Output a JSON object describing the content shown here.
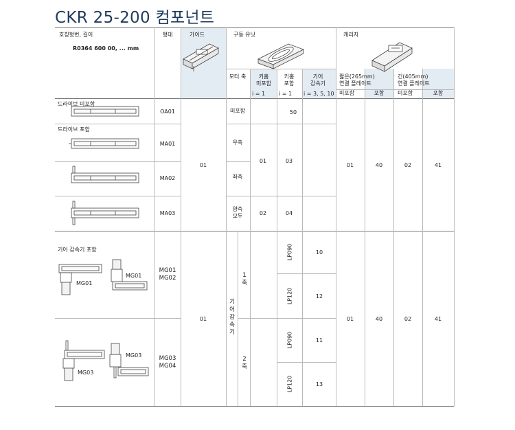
{
  "title": "CKR 25-200 컴포넌트",
  "header": {
    "order_no_label": "호칭형번, 길이",
    "order_no": "R0364 600 00, ... mm",
    "form": "형태",
    "guide": "가이드",
    "drive_unit": "구동 유닛",
    "carriage": "캐리지",
    "motor_shaft": "모터 축",
    "keyway_without": "키홈\n미포함",
    "keyway_without_ratio": "i = 1",
    "keyway_with": "키홈\n포함",
    "keyway_with_ratio": "i = 1",
    "gear": "기어\n감속기",
    "gear_ratio": "i = 3, 5, 10",
    "short_plate": "짧은(265mm)\n연결 플레이트",
    "long_plate": "긴(405mm)\n연결 플레이트",
    "without": "미포함",
    "with": "포함"
  },
  "rows": {
    "without_drive_label": "드라이브 미포함",
    "with_drive_label": "드라이브 포함",
    "gear_label": "기어 감속기 포함",
    "oa01": "OA01",
    "ma01": "MA01",
    "ma02": "MA02",
    "ma03": "MA03",
    "mg0102": "MG01\nMG02",
    "mg0304": "MG03\nMG04",
    "guide_code": "01",
    "motor_none": "미포함",
    "code_50": "50",
    "right": "우측",
    "left": "좌측",
    "both": "양측\n모두",
    "kw_without_01": "01",
    "kw_with_03": "03",
    "kw_without_02": "02",
    "kw_with_04": "04",
    "carriage_short_without": "01",
    "carriage_short_with": "40",
    "carriage_long_without": "02",
    "carriage_long_with": "41",
    "gear_vertical": "기\n어\n감\n속\n기",
    "one_axis": "1\n축",
    "two_axis": "2\n축",
    "lp090_a": "LP090",
    "lp120_a": "LP120",
    "lp090_b": "LP090",
    "lp120_b": "LP120",
    "code_10": "10",
    "code_12": "12",
    "code_11": "11",
    "code_13": "13",
    "mg01_a": "MG01",
    "mg01_b": "MG01",
    "mg03_a": "MG03",
    "mg03_b": "MG03"
  }
}
